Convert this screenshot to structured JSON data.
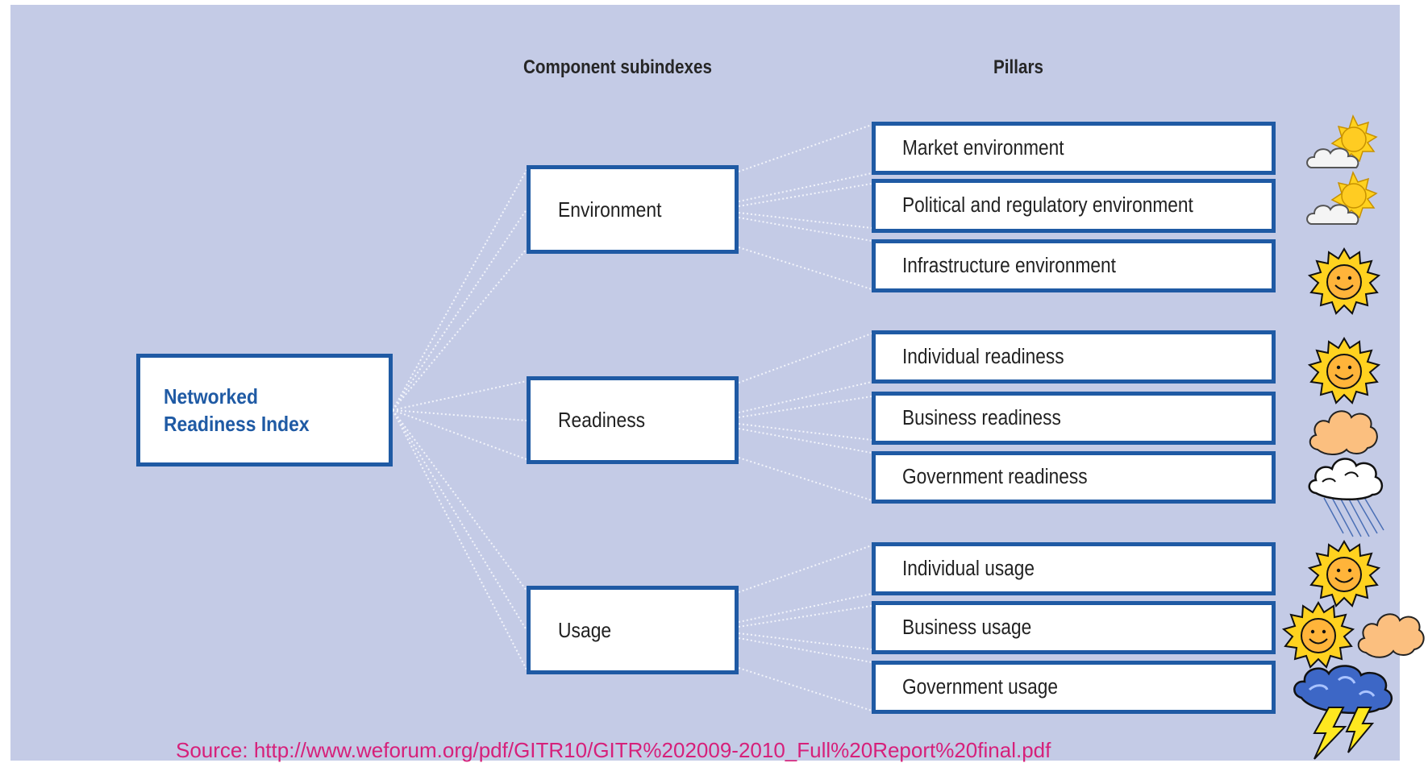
{
  "headers": {
    "subindexes": "Component subindexes",
    "pillars": "Pillars"
  },
  "index": {
    "label": "Networked\nReadiness Index"
  },
  "subindexes": [
    {
      "label": "Environment"
    },
    {
      "label": "Readiness"
    },
    {
      "label": "Usage"
    }
  ],
  "pillars": [
    {
      "label": "Market environment",
      "weather": "partly-sunny-icon"
    },
    {
      "label": "Political and regulatory environment",
      "weather": "partly-sunny-icon"
    },
    {
      "label": "Infrastructure environment",
      "weather": "sun-icon"
    },
    {
      "label": "Individual readiness",
      "weather": "sun-icon"
    },
    {
      "label": "Business readiness",
      "weather": "cloud-icon"
    },
    {
      "label": "Government readiness",
      "weather": "rain-cloud-icon"
    },
    {
      "label": "Individual usage",
      "weather": "sun-icon"
    },
    {
      "label": "Business usage",
      "weather": "sun-and-cloud-icon"
    },
    {
      "label": "Government usage",
      "weather": "thunderstorm-icon"
    }
  ],
  "source": "Source: http://www.weforum.org/pdf/GITR10/GITR%202009-2010_Full%20Report%20final.pdf",
  "colors": {
    "background": "#c4cbe6",
    "box_border": "#1f5aa4",
    "root_text": "#1f5aa4",
    "source_text": "#d6207a"
  }
}
